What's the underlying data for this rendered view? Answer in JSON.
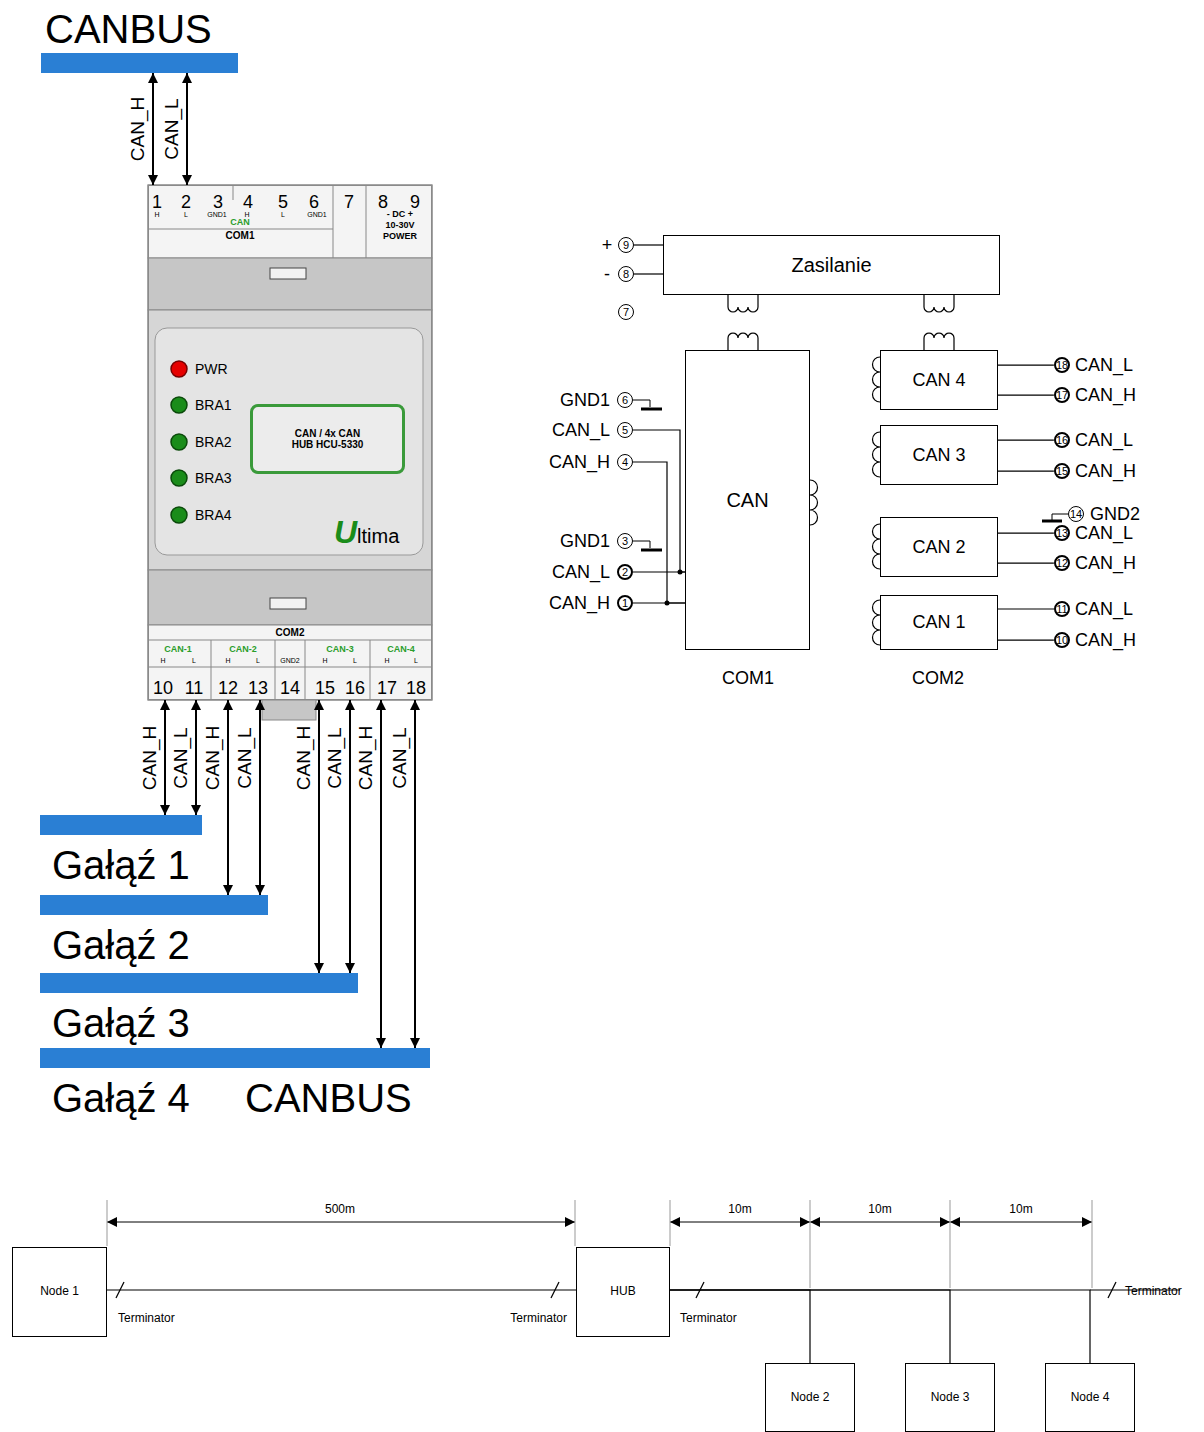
{
  "diagram": {
    "nodes": [
      {
        "text": [
          "CANBUS"
        ]
      },
      {
        "text": [
          "Ultima"
        ]
      },
      {
        "text": [
          "CAN / 4x CAN HUB HCU-5330"
        ],
        "in": 1
      },
      {
        "text": [
          "Gałąź 1"
        ]
      },
      {
        "text": [
          "Gałąź 2"
        ]
      },
      {
        "text": [
          "Gałąź 3"
        ]
      },
      {
        "text": [
          "Gałąź 4",
          "CANBUS"
        ]
      },
      {
        "text": [
          "Zasilanie"
        ]
      },
      {
        "text": [
          "CAN"
        ]
      },
      {
        "text": [
          "CAN 4"
        ]
      },
      {
        "text": [
          "CAN 3"
        ]
      },
      {
        "text": [
          "CAN 2"
        ]
      },
      {
        "text": [
          "CAN 1"
        ]
      },
      {
        "text": [
          "9"
        ]
      },
      {
        "text": [
          "8"
        ]
      },
      {
        "text": [
          "7"
        ]
      },
      {
        "text": [
          "6"
        ]
      },
      {
        "text": [
          "5"
        ]
      },
      {
        "text": [
          "4"
        ]
      },
      {
        "text": [
          "3"
        ]
      },
      {
        "text": [
          "2"
        ]
      },
      {
        "text": [
          "1"
        ]
      },
      {
        "text": [
          "18"
        ]
      },
      {
        "text": [
          "17"
        ]
      },
      {
        "text": [
          "16"
        ]
      },
      {
        "text": [
          "15"
        ]
      },
      {
        "text": [
          "14"
        ]
      },
      {
        "text": [
          "13"
        ]
      },
      {
        "text": [
          "12"
        ]
      },
      {
        "text": [
          "11"
        ]
      },
      {
        "text": [
          "10"
        ]
      },
      {
        "text": [
          "Node 1"
        ]
      },
      {
        "text": [
          "HUB"
        ]
      },
      {
        "text": [
          "Node 2"
        ]
      },
      {
        "text": [
          "Node 3"
        ]
      },
      {
        "text": [
          "Node 4"
        ]
      }
    ],
    "edges": [
      {
        "from": 0,
        "to": 1,
        "arrow": "both",
        "label": "CAN_H"
      },
      {
        "from": 0,
        "to": 1,
        "arrow": "both",
        "label": "CAN_L"
      },
      {
        "from": 1,
        "to": 3,
        "arrow": "both",
        "label": "CAN_H"
      },
      {
        "from": 1,
        "to": 3,
        "arrow": "both",
        "label": "CAN_L"
      },
      {
        "from": 1,
        "to": 4,
        "arrow": "both",
        "label": "CAN_H"
      },
      {
        "from": 1,
        "to": 4,
        "arrow": "both",
        "label": "CAN_L"
      },
      {
        "from": 1,
        "to": 5,
        "arrow": "both",
        "label": "CAN_H"
      },
      {
        "from": 1,
        "to": 5,
        "arrow": "both",
        "label": "CAN_L"
      },
      {
        "from": 1,
        "to": 6,
        "arrow": "both",
        "label": "CAN_H"
      },
      {
        "from": 1,
        "to": 6,
        "arrow": "both",
        "label": "CAN_L"
      },
      {
        "from": 7,
        "to": 8,
        "arrow": "none"
      },
      {
        "from": 7,
        "to": 9,
        "arrow": "none"
      },
      {
        "from": 13,
        "to": 7,
        "arrow": "none"
      },
      {
        "from": 14,
        "to": 7,
        "arrow": "none"
      },
      {
        "from": 17,
        "to": 8,
        "arrow": "none"
      },
      {
        "from": 18,
        "to": 8,
        "arrow": "none"
      },
      {
        "from": 20,
        "to": 8,
        "arrow": "none"
      },
      {
        "from": 21,
        "to": 8,
        "arrow": "none"
      },
      {
        "from": 22,
        "to": 9,
        "arrow": "none"
      },
      {
        "from": 23,
        "to": 9,
        "arrow": "none"
      },
      {
        "from": 24,
        "to": 10,
        "arrow": "none"
      },
      {
        "from": 25,
        "to": 10,
        "arrow": "none"
      },
      {
        "from": 27,
        "to": 11,
        "arrow": "none"
      },
      {
        "from": 28,
        "to": 11,
        "arrow": "none"
      },
      {
        "from": 29,
        "to": 12,
        "arrow": "none"
      },
      {
        "from": 30,
        "to": 12,
        "arrow": "none"
      },
      {
        "from": 31,
        "to": 32,
        "arrow": "none"
      },
      {
        "from": 32,
        "to": 33,
        "arrow": "none"
      },
      {
        "from": 32,
        "to": 34,
        "arrow": "none"
      },
      {
        "from": 32,
        "to": 35,
        "arrow": "none"
      }
    ],
    "labels": [
      "1",
      "2",
      "3",
      "4",
      "5",
      "6",
      "7",
      "8",
      "9",
      "H",
      "L",
      "GND1",
      "H",
      "L",
      "GND1",
      "CAN",
      "COM1",
      "- DC +",
      "10-30V",
      "POWER",
      "PWR",
      "BRA1",
      "BRA2",
      "BRA3",
      "BRA4",
      "COM2",
      "CAN-1",
      "CAN-2",
      "GND2",
      "CAN-3",
      "CAN-4",
      "H",
      "L",
      "H",
      "L",
      "H",
      "L",
      "H",
      "L",
      "10",
      "11",
      "12",
      "13",
      "14",
      "15",
      "16",
      "17",
      "18",
      "+",
      "-",
      "GND1",
      "CAN_L",
      "CAN_H",
      "GND1",
      "CAN_L",
      "CAN_H",
      "CAN_L",
      "CAN_H",
      "CAN_L",
      "CAN_H",
      "GND2",
      "CAN_L",
      "CAN_H",
      "CAN_L",
      "CAN_H",
      "COM1",
      "COM2",
      "500m",
      "10m",
      "10m",
      "10m",
      "Terminator",
      "Terminator",
      "Terminator",
      "Terminator"
    ]
  }
}
